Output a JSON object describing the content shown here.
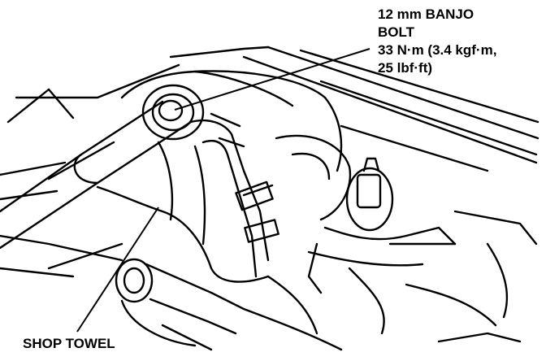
{
  "callouts": {
    "banjo_bolt": {
      "line1": "12 mm BANJO",
      "line2": "BOLT",
      "line3": "33 N·m (3.4 kgf·m,",
      "line4": "25 lbf·ft)"
    },
    "shop_towel": {
      "label": "SHOP TOWEL"
    }
  },
  "colors": {
    "ink": "#000000",
    "paper": "#ffffff"
  }
}
